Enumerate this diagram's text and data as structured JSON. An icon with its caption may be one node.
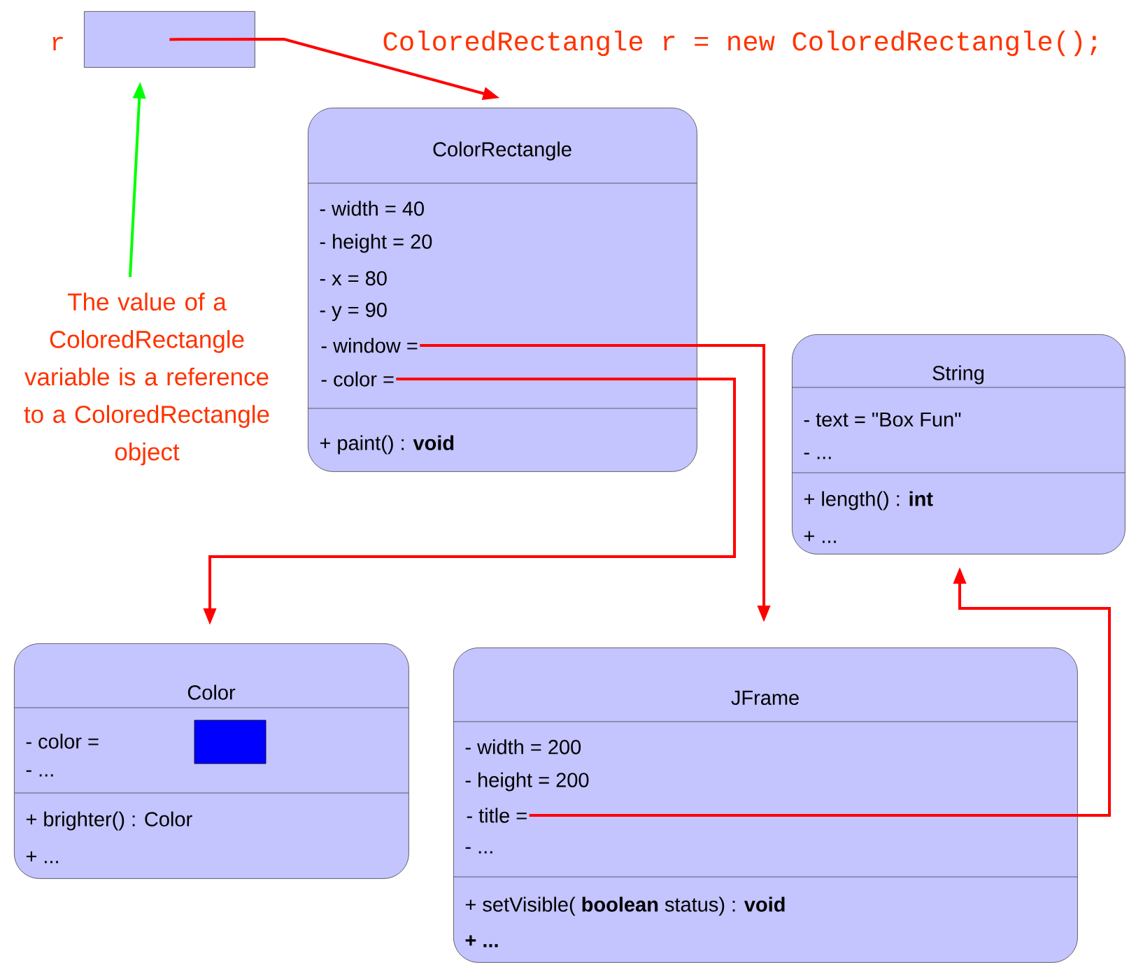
{
  "diagram": {
    "nodes": [
      {
        "text": [],
        "shape": "box",
        "beside": [
          "r"
        ]
      },
      {
        "text": [
          "ColorRectangle",
          "- width = 40",
          "- height = 20",
          "- x = 80",
          "- y = 90",
          "+ paint() : **void**"
        ]
      },
      {
        "text": [
          "- window ="
        ],
        "in": 1
      },
      {
        "text": [
          "- color ="
        ],
        "in": 1
      },
      {
        "text": [
          "The value of a ColoredRectangle variable is a reference to a ColoredRectangle object"
        ]
      },
      {
        "text": [
          "String",
          "- text = \"Box Fun\"",
          "- ...",
          "+ length() : **int**",
          "+ ..."
        ]
      },
      {
        "text": [
          "Color",
          "- color =",
          "- ...",
          "+ brighter() : Color",
          "+ ..."
        ]
      },
      {
        "text": [
          "JFrame",
          "- width = 200",
          "- height = 200",
          "- ...",
          "+ setVisible( **boolean** status) : **void**",
          "+ ..."
        ]
      },
      {
        "text": [
          "- title ="
        ],
        "in": 7
      }
    ],
    "edges": [
      {
        "from": 0,
        "to": 1,
        "arrow": "to"
      },
      {
        "from": 4,
        "to": 0,
        "arrow": "to",
        "color": "#00ff00"
      },
      {
        "from": 2,
        "to": 7,
        "arrow": "to"
      },
      {
        "from": 3,
        "to": 6,
        "arrow": "to"
      },
      {
        "from": 8,
        "to": 5,
        "arrow": "to"
      }
    ],
    "labels": [
      "ColoredRectangle r = new ColoredRectangle();"
    ]
  }
}
